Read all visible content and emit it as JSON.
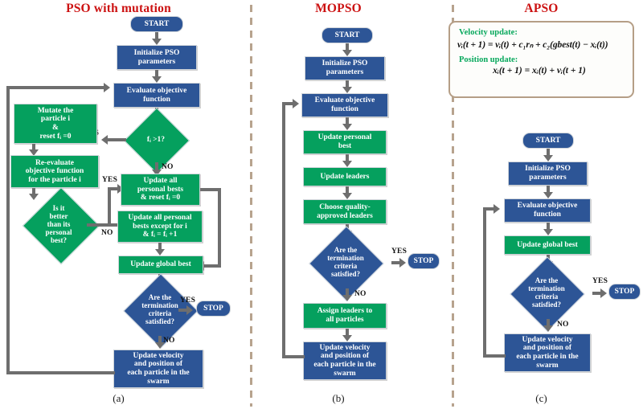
{
  "figure": {
    "panels": [
      {
        "key": "a",
        "title": "PSO with mutation",
        "label": "(a)"
      },
      {
        "key": "b",
        "title": "MOPSO",
        "label": "(b)"
      },
      {
        "key": "c",
        "title": "APSO",
        "label": "(c)"
      }
    ],
    "colors": {
      "blue": "#2d5596",
      "green": "#05a05e",
      "title_red": "#cc1111",
      "connector_gray": "#6e6e6e",
      "divider_tan": "#b7a38e",
      "eqbox_border": "#b59e86",
      "eq_heading_green": "#07a85c"
    }
  },
  "panel_a": {
    "nodes": {
      "start": "START",
      "init": "Initialize PSO\nparameters",
      "evaluate": "Evaluate objective\nfunction",
      "decide_f": "fᵢ >1?",
      "mutate": "Mutate the\nparticle i\n&\nreset fᵢ =0",
      "reevaluate": "Re-evaluate\nobjective function\nfor the particle i",
      "is_better": "Is it\nbetter\nthan its\npersonal\nbest?",
      "update_all_pbest": "Update  all\npersonal bests\n& reset fᵢ =0",
      "update_except_i": "Update all personal\nbests except for i\n& fᵢ = fᵢ +1",
      "update_gbest": "Update global best",
      "termination": "Are the\ntermination\ncriteria\nsatisfied?",
      "stop": "STOP",
      "update_velocity": "Update velocity\nand position of\neach particle in the\nswarm"
    },
    "edge_labels": {
      "f_yes": "YES",
      "f_no": "NO",
      "better_yes": "YES",
      "better_no": "NO",
      "term_yes": "YES",
      "term_no": "NO"
    }
  },
  "panel_b": {
    "nodes": {
      "start": "START",
      "init": "Initialize PSO\nparameters",
      "evaluate": "Evaluate objective\nfunction",
      "update_pbest": "Update personal\nbest",
      "update_leaders": "Update leaders",
      "choose_leaders": "Choose quality-\napproved leaders",
      "termination": "Are the\ntermination\ncriteria\nsatisfied?",
      "stop": "STOP",
      "assign_leaders": "Assign leaders to\nall particles",
      "update_velocity": "Update velocity\nand position of\neach particle in the\nswarm"
    },
    "edge_labels": {
      "term_yes": "YES",
      "term_no": "NO"
    }
  },
  "panel_c": {
    "equations": {
      "velocity_heading": "Velocity update:",
      "velocity_formula": "vᵢ(t + 1) = vᵢ(t) + c₁rₙ + c₂(gbest(t) − xᵢ(t))",
      "position_heading": "Position update:",
      "position_formula": "xᵢ(t + 1) = xᵢ(t) + vᵢ(t + 1)"
    },
    "nodes": {
      "start": "START",
      "init": "Initialize PSO\nparameters",
      "evaluate": "Evaluate objective\nfunction",
      "update_gbest": "Update global best",
      "termination": "Are the\ntermination\ncriteria\nsatisfied?",
      "stop": "STOP",
      "update_velocity": "Update velocity\nand position of\neach particle in the\nswarm"
    },
    "edge_labels": {
      "term_yes": "YES",
      "term_no": "NO"
    }
  }
}
